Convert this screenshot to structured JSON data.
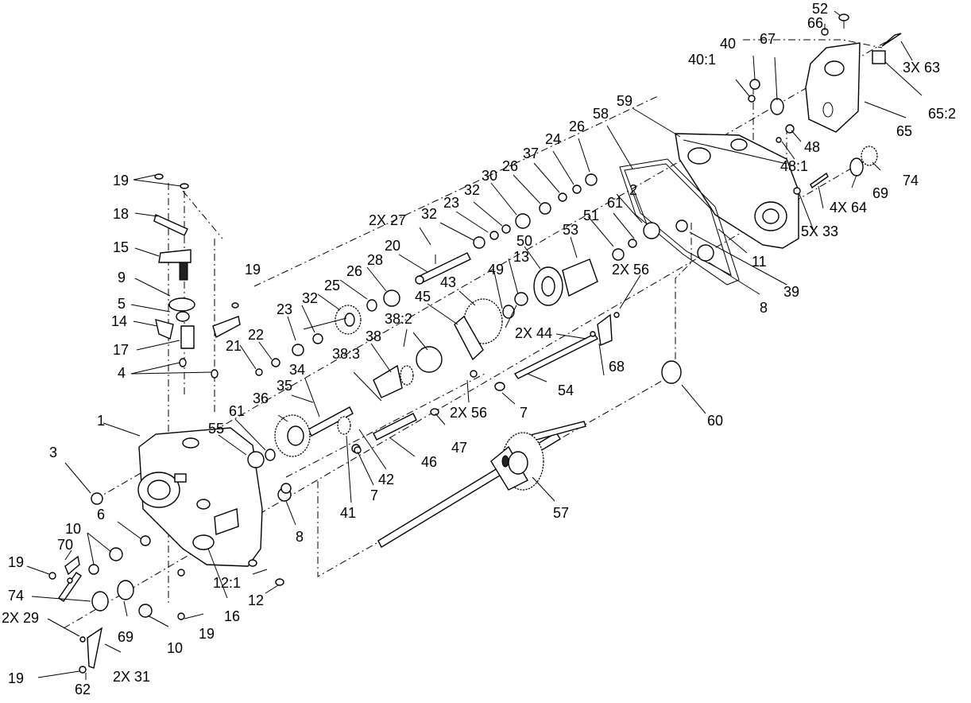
{
  "labels": {
    "l1": "1",
    "l2": "2",
    "l3": "3",
    "l4": "4",
    "l5": "5",
    "l6": "6",
    "l7a": "7",
    "l7b": "7",
    "l8a": "8",
    "l8b": "8",
    "l9": "9",
    "l10a": "10",
    "l10b": "10",
    "l11": "11",
    "l12": "12",
    "l12_1": "12:1",
    "l13": "13",
    "l14": "14",
    "l15": "15",
    "l16": "16",
    "l17": "17",
    "l18": "18",
    "l19a": "19",
    "l19b": "19",
    "l19c": "19",
    "l19d": "19",
    "l19e": "19",
    "l20": "20",
    "l21": "21",
    "l22": "22",
    "l23a": "23",
    "l23b": "23",
    "l24": "24",
    "l25": "25",
    "l26a": "26",
    "l26b": "26",
    "l26c": "26",
    "l2x27": "2X 27",
    "l28": "28",
    "l2x29": "2X 29",
    "l30": "30",
    "l2x31": "2X 31",
    "l32a": "32",
    "l32b": "32",
    "l32c": "32",
    "l34": "34",
    "l35": "35",
    "l36": "36",
    "l37": "37",
    "l38": "38",
    "l38_2": "38:2",
    "l38_3": "38:3",
    "l39": "39",
    "l40": "40",
    "l40_1": "40:1",
    "l41": "41",
    "l42": "42",
    "l43": "43",
    "l2x44": "2X 44",
    "l45": "45",
    "l46": "46",
    "l47": "47",
    "l48": "48",
    "l48_1": "48:1",
    "l49": "49",
    "l50": "50",
    "l51": "51",
    "l52": "52",
    "l53": "53",
    "l54": "54",
    "l55": "55",
    "l2x56a": "2X 56",
    "l2x56b": "2X 56",
    "l57": "57",
    "l58": "58",
    "l59": "59",
    "l60": "60",
    "l61a": "61",
    "l61b": "61",
    "l62": "62",
    "l3x63": "3X 63",
    "l4x64": "4X 64",
    "l65": "65",
    "l65_2": "65:2",
    "l66": "66",
    "l67": "67",
    "l68": "68",
    "l69a": "69",
    "l69b": "69",
    "l70": "70",
    "l74a": "74",
    "l74b": "74",
    "l5x33": "5X 33"
  }
}
